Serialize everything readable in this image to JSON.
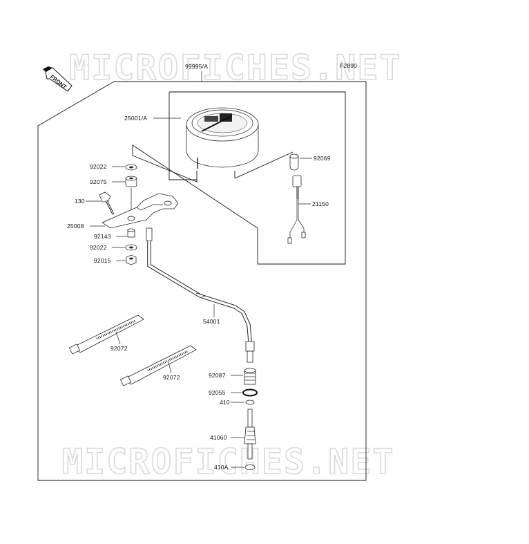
{
  "watermark": {
    "text": "MICROFICHES.NET"
  },
  "figure_code": "F2890",
  "front_badge": "FRONT",
  "labels": {
    "assy": "99995/A",
    "meter": "25001/A",
    "p92069": "92069",
    "p92022a": "92022",
    "p92075": "92075",
    "p130": "130",
    "p21150": "21150",
    "p25008": "25008",
    "p92143": "92143",
    "p92022b": "92022",
    "p92015": "92015",
    "p54001": "54001",
    "p92072a": "92072",
    "p92072b": "92072",
    "p92087": "92087",
    "p92055": "92055",
    "p410": "410",
    "p41060": "41060",
    "p410a": "410A"
  }
}
